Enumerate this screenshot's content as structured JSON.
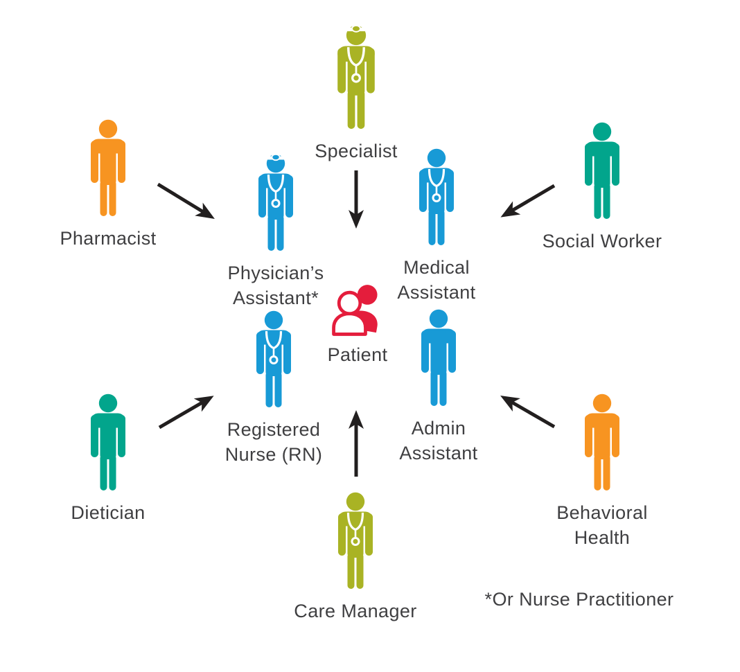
{
  "colors": {
    "olive": "#a9b324",
    "blue": "#189ad6",
    "teal": "#02a58c",
    "orange": "#f79421",
    "red": "#e41d3c",
    "text": "#3f3f41",
    "arrow": "#221f1f",
    "background": "#ffffff"
  },
  "patient": {
    "label": "Patient"
  },
  "footnote": "*Or Nurse Practitioner",
  "roles": [
    {
      "id": "specialist",
      "label_lines": [
        "Specialist"
      ],
      "color": "olive",
      "variant": "stethoscope-mirror"
    },
    {
      "id": "pharmacist",
      "label_lines": [
        "Pharmacist"
      ],
      "color": "orange",
      "variant": "plain"
    },
    {
      "id": "physicians-assistant",
      "label_lines": [
        "Physician’s",
        "Assistant*"
      ],
      "color": "blue",
      "variant": "stethoscope-mirror"
    },
    {
      "id": "medical-assistant",
      "label_lines": [
        "Medical",
        "Assistant"
      ],
      "color": "blue",
      "variant": "stethoscope"
    },
    {
      "id": "social-worker",
      "label_lines": [
        "Social Worker"
      ],
      "color": "teal",
      "variant": "plain"
    },
    {
      "id": "registered-nurse",
      "label_lines": [
        "Registered",
        "Nurse (RN)"
      ],
      "color": "blue",
      "variant": "stethoscope"
    },
    {
      "id": "admin-assistant",
      "label_lines": [
        "Admin",
        "Assistant"
      ],
      "color": "blue",
      "variant": "plain"
    },
    {
      "id": "dietician",
      "label_lines": [
        "Dietician"
      ],
      "color": "teal",
      "variant": "plain"
    },
    {
      "id": "behavioral-health",
      "label_lines": [
        "Behavioral",
        "Health"
      ],
      "color": "orange",
      "variant": "plain"
    },
    {
      "id": "care-manager",
      "label_lines": [
        "Care Manager"
      ],
      "color": "olive",
      "variant": "stethoscope"
    }
  ],
  "edges": [
    {
      "from": "specialist",
      "to": "patient",
      "style": "arrow-down"
    },
    {
      "from": "pharmacist",
      "to": "patient",
      "style": "arrow-down-right"
    },
    {
      "from": "social-worker",
      "to": "patient",
      "style": "arrow-down-left"
    },
    {
      "from": "dietician",
      "to": "patient",
      "style": "arrow-up-right"
    },
    {
      "from": "behavioral-health",
      "to": "patient",
      "style": "arrow-up-left"
    },
    {
      "from": "care-manager",
      "to": "patient",
      "style": "arrow-up"
    }
  ]
}
